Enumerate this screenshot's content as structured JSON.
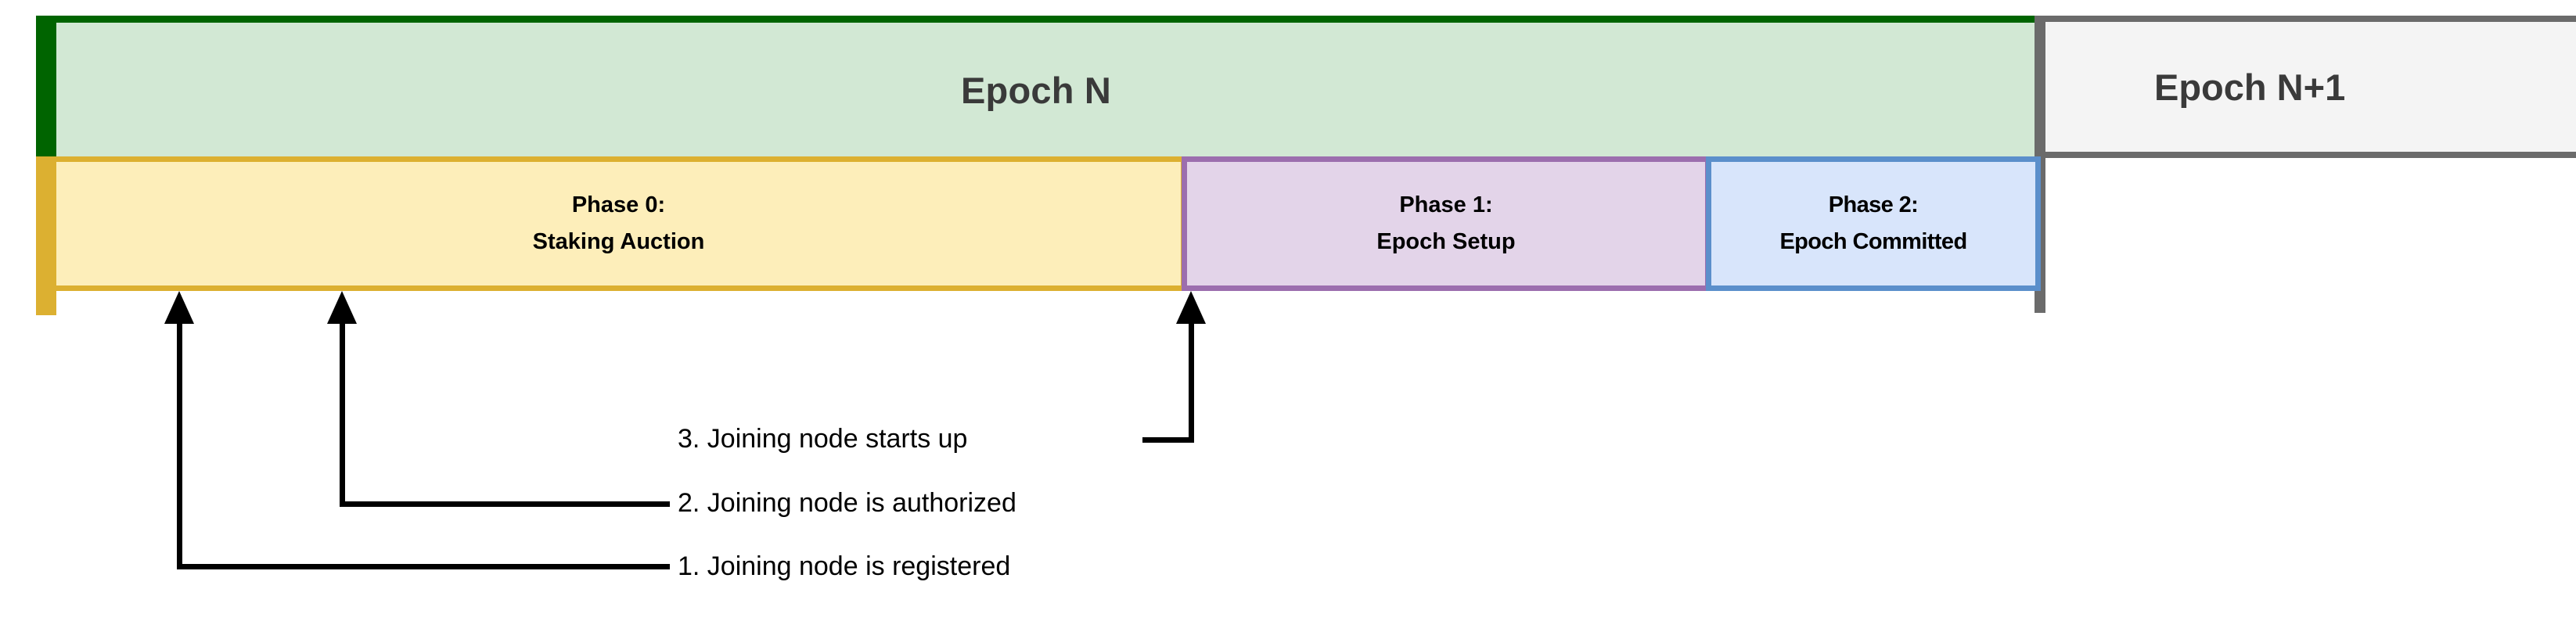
{
  "diagram": {
    "title_hidden": "",
    "epochs": [
      {
        "id": "epoch-n",
        "label": "Epoch N",
        "fill": "#d2e8d4",
        "stroke": "#006400"
      },
      {
        "id": "epoch-n1",
        "label": "Epoch N+1",
        "fill": "#f4f4f4",
        "stroke": "#6b6b6b"
      }
    ],
    "phases": [
      {
        "id": "phase-0",
        "line1": "Phase 0:",
        "line2": "Staking Auction",
        "fill": "#fdeeba",
        "stroke": "#dcb031"
      },
      {
        "id": "phase-1",
        "line1": "Phase 1:",
        "line2": "Epoch Setup",
        "fill": "#e3d4e9",
        "stroke": "#9c6eae"
      },
      {
        "id": "phase-2",
        "line1": "Phase 2:",
        "line2": "Epoch Committed",
        "fill": "#d8e5fb",
        "stroke": "#5b8fcb"
      }
    ],
    "events": [
      {
        "id": "event-1",
        "label": "1. Joining node is registered"
      },
      {
        "id": "event-2",
        "label": "2. Joining node is authorized"
      },
      {
        "id": "event-3",
        "label": "3. Joining node starts up"
      }
    ]
  }
}
